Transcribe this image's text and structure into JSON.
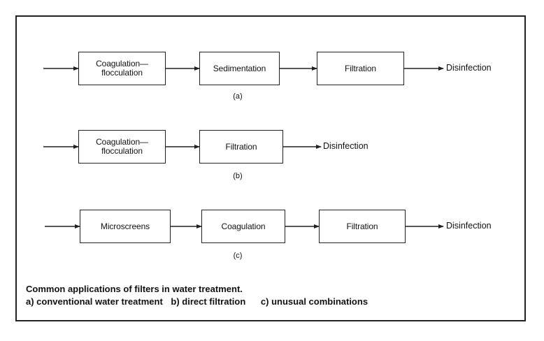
{
  "rows": [
    {
      "steps": [
        "Coagulation—\nflocculation",
        "Sedimentation",
        "Filtration"
      ],
      "output": "Disinfection",
      "label": "(a)"
    },
    {
      "steps": [
        "Coagulation—\nflocculation",
        "Filtration"
      ],
      "output": "Disinfection",
      "label": "(b)"
    },
    {
      "steps": [
        "Microscreens",
        "Coagulation",
        "Filtration"
      ],
      "output": "Disinfection",
      "label": "(c)"
    }
  ],
  "caption": {
    "title": "Common applications of filters in water treatment.",
    "a": "a)   conventional water treatment",
    "b": "b) direct filtration",
    "c": "c) unusual combinations"
  }
}
